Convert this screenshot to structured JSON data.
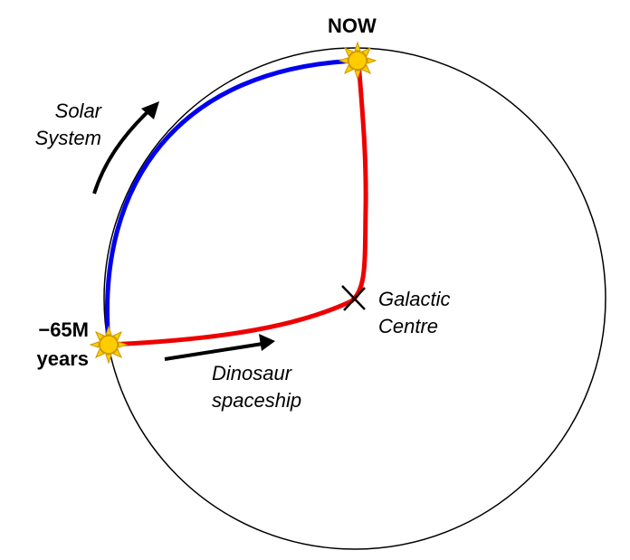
{
  "labels": {
    "now": "NOW",
    "past_line1": "−65M",
    "past_line2": "years",
    "solar_line1": "Solar",
    "solar_line2": "System",
    "galactic_line1": "Galactic",
    "galactic_line2": "Centre",
    "dino_line1": "Dinosaur",
    "dino_line2": "spaceship"
  },
  "colors": {
    "orbit": "#000000",
    "solar_path": "#0000ee",
    "ship_path": "#ee0000",
    "sun_fill": "#ffcc00",
    "sun_rays": "#cc9900",
    "arrow": "#000000"
  },
  "icons": {
    "sun_now": "sun-icon",
    "sun_past": "sun-icon",
    "centre_marker": "cross-icon"
  }
}
